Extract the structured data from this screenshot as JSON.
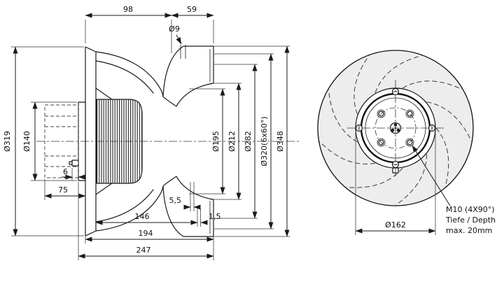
{
  "colors": {
    "line": "#1a1a1a",
    "paper": "#ffffff",
    "impeller_fill": "#ededed"
  },
  "side_view": {
    "dims": {
      "width_back_to_inlet": "98",
      "width_inlet_to_flange": "59",
      "hole_diameter": "Ø9",
      "backplate_diameter": "Ø319",
      "motor_flange_diameter": "Ø140",
      "clearance": "6",
      "motor_depth": "75",
      "inlet_lip": "5,5",
      "depth_to_lip": "146",
      "lip_to_flange": "1,5",
      "depth_to_flange": "194",
      "total_depth": "247",
      "inlet_diameter": "Ø195",
      "venturi_diameter": "Ø212",
      "flange_inner_diameter": "Ø282",
      "bolt_circle_diameter": "Ø320(6x60°)",
      "flange_outer_diameter": "Ø348"
    }
  },
  "front_view": {
    "dims": {
      "hub_flange_diameter": "Ø162"
    },
    "thread_note": {
      "line1": "M10 (4X90°)",
      "line2": "Tiefe / Depth",
      "line3": "max. 20mm"
    }
  }
}
